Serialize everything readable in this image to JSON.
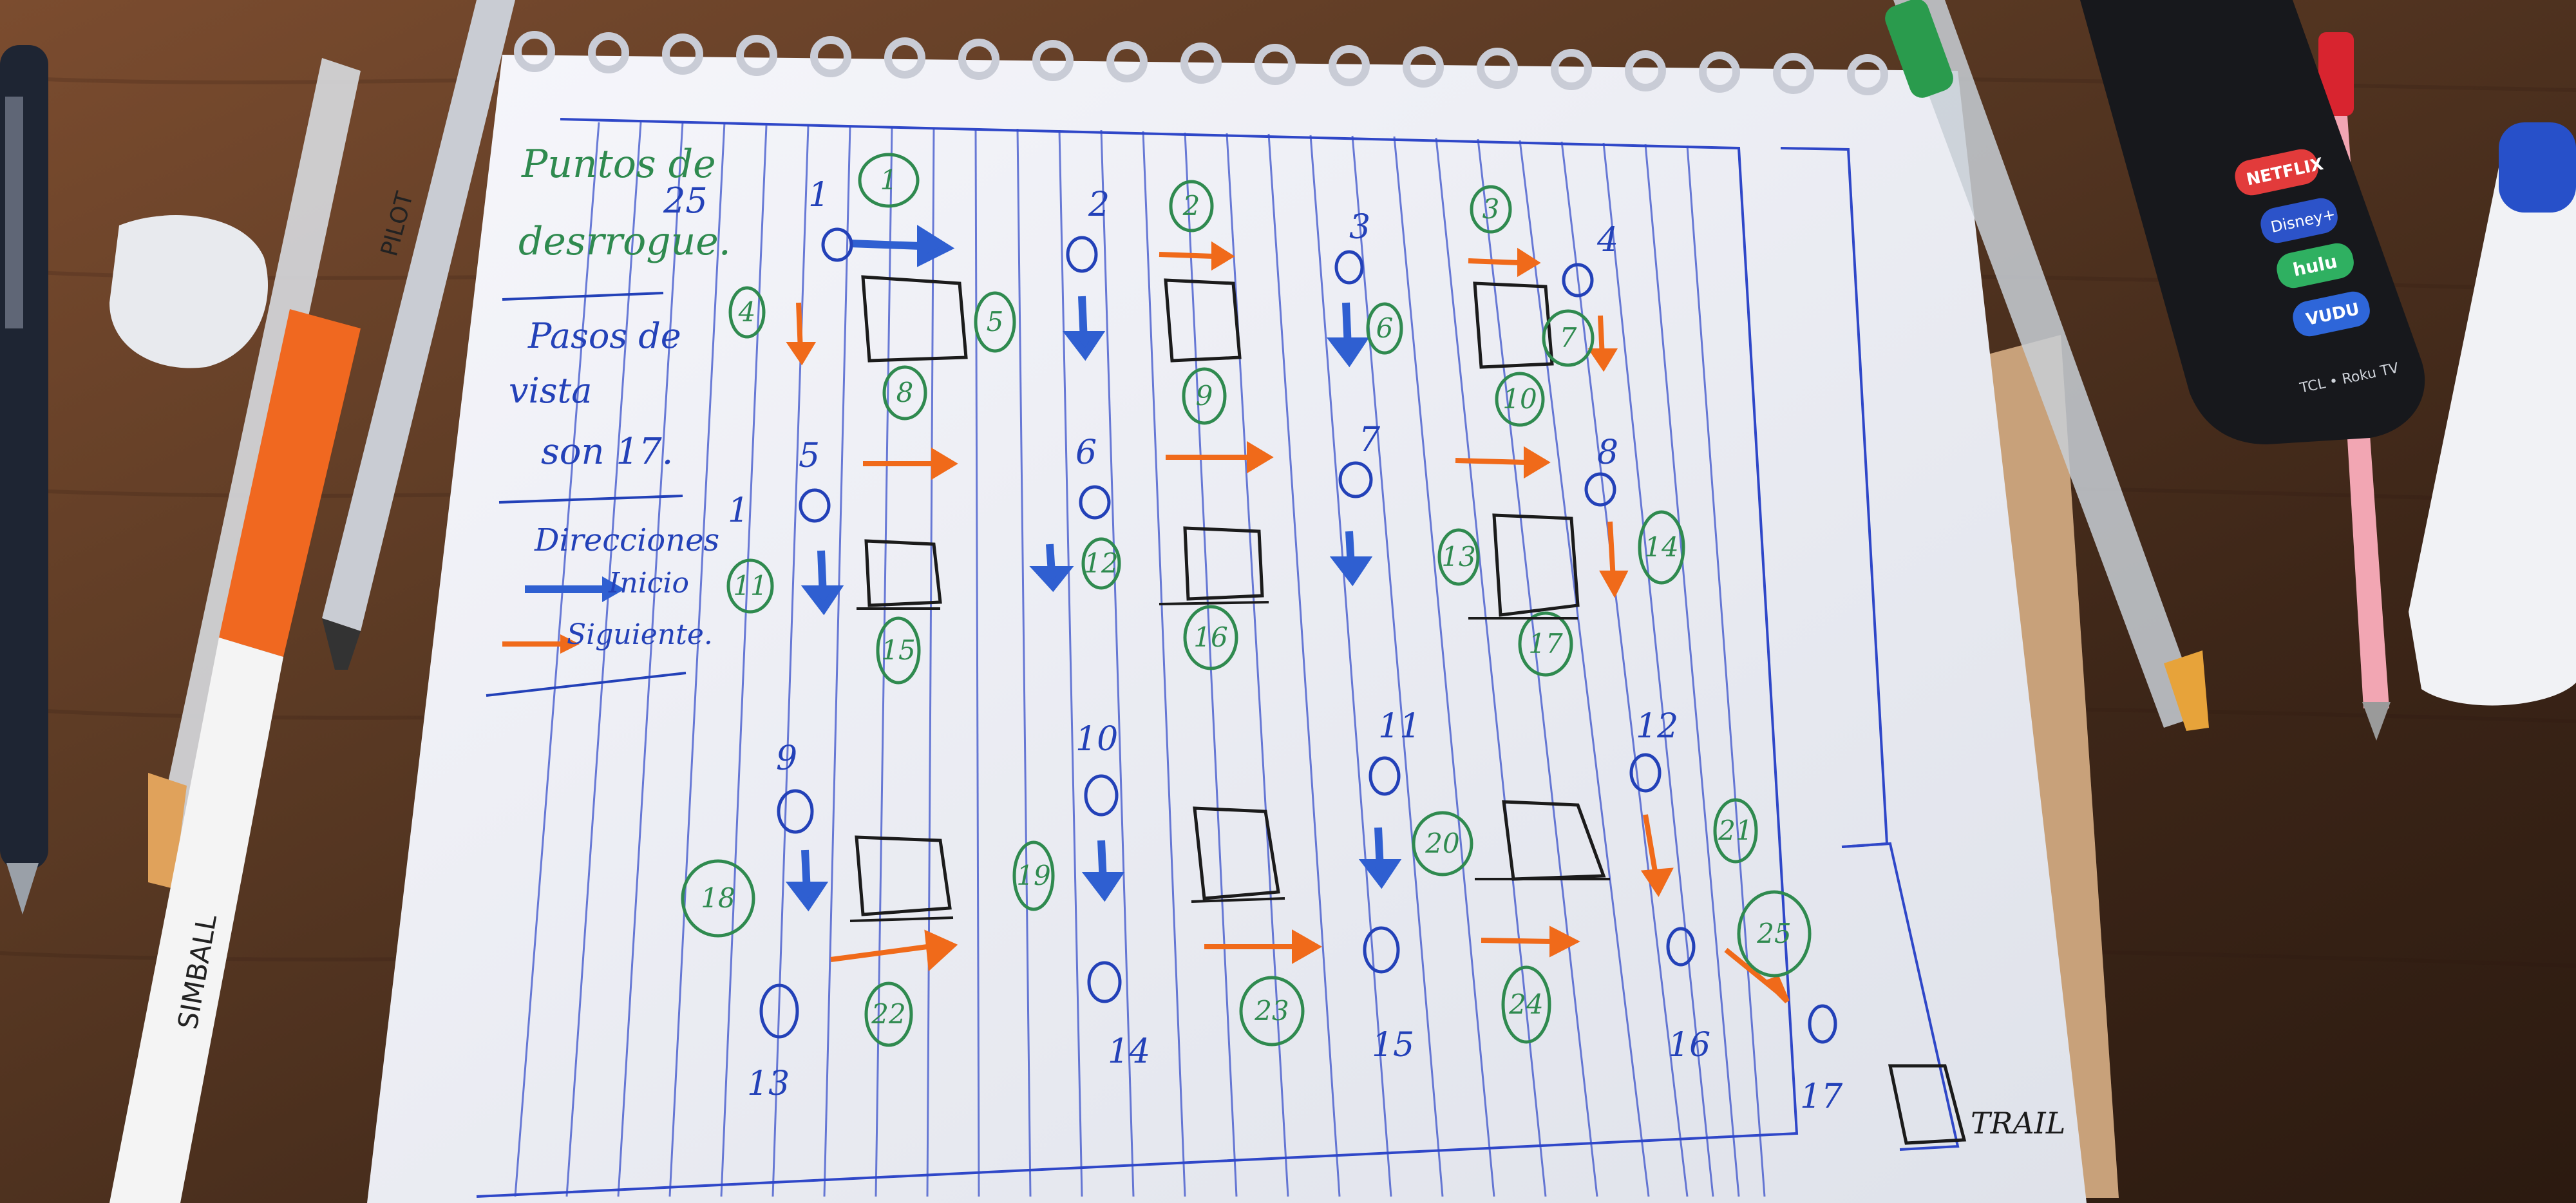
{
  "colors": {
    "table_wood": "#5b3a24",
    "paper": "#f2f3f7",
    "ruled_line": "#2f47c8",
    "ink_blue": "#2341b8",
    "ink_bright_blue": "#2f5fd1",
    "ink_green": "#2f8a4f",
    "ink_orange": "#f06a1a"
  },
  "notes": {
    "line1": "Puntos de",
    "line1_right": "25",
    "line2": "desrrogue.",
    "line3": "Pasos de",
    "line4": "vista",
    "line5": "son 17.",
    "line6": "Direcciones",
    "line7": "Inicio",
    "line8": "Siguiente."
  },
  "grid_numbers": {
    "step_labels": [
      "1",
      "2",
      "3",
      "4",
      "5",
      "6",
      "7",
      "8",
      "9",
      "10",
      "11",
      "12",
      "1"
    ],
    "bottom_labels": [
      "13",
      "14",
      "15",
      "16",
      "17"
    ],
    "circled": [
      "1",
      "2",
      "3",
      "4",
      "5",
      "6",
      "7",
      "8",
      "9",
      "10",
      "11",
      "12",
      "13",
      "14",
      "15",
      "16",
      "17",
      "18",
      "19",
      "20",
      "21",
      "22",
      "23",
      "24",
      "25"
    ]
  },
  "right_column_label": "TRAIL",
  "remote": {
    "netflix_label": "NETFLIX",
    "disney_label": "Disney+",
    "hulu_label": "hulu",
    "vudu_label": "VUDU",
    "brand_label": "TCL • Roku TV"
  },
  "pens": {
    "pilot_label": "PILOT",
    "marker_label": "SIMBALL"
  },
  "icons": {
    "arrow_start": "blue-right-arrow-icon",
    "arrow_next": "orange-right-arrow-icon",
    "arrow_down_blue": "blue-down-arrow-icon",
    "arrow_down_orange": "orange-down-arrow-icon"
  }
}
